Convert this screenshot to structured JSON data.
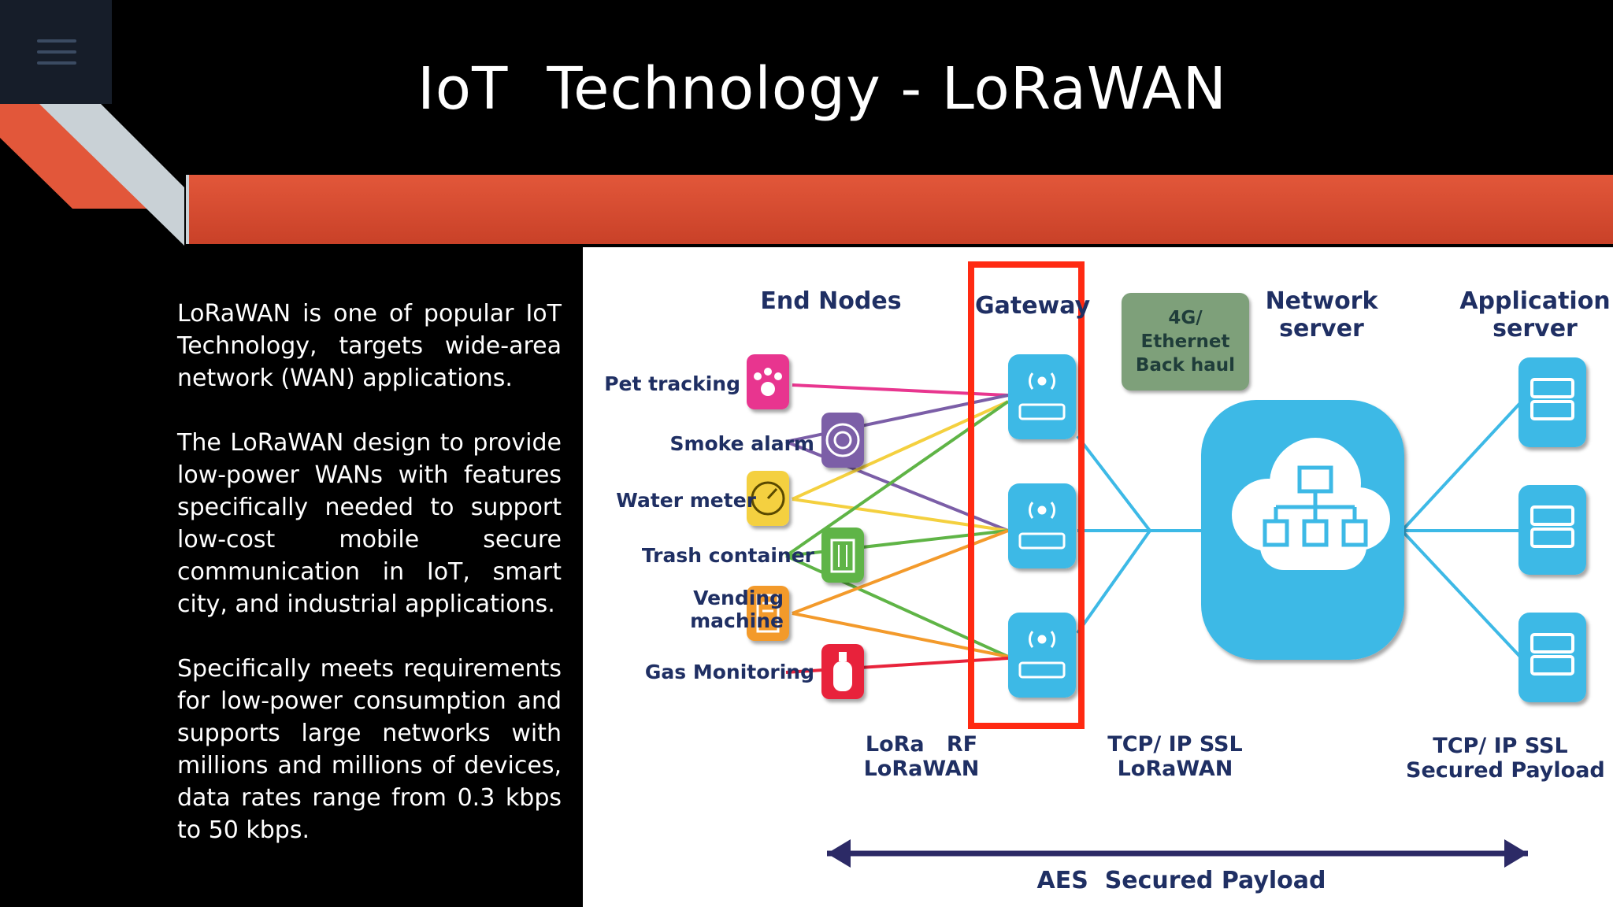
{
  "slide": {
    "title": "IoT  Technology - LoRaWAN",
    "menu_icon": "hamburger-menu-icon",
    "accent_color": "#e2573a"
  },
  "body_text": {
    "p1": "LoRaWAN is one of popular IoT Technology, targets wide-area network (WAN) applications.",
    "p2": "The LoRaWAN design to provide low-power WANs with features specifically needed to support low-cost mobile secure communication in IoT, smart city, and industrial applications.",
    "p3": "Specifically meets requirements for low-power consumption and supports large networks with millions and millions of devices, data rates range from 0.3 kbps to 50 kbps."
  },
  "diagram": {
    "headers": {
      "end_nodes": "End Nodes",
      "gateway": "Gateway",
      "backhaul": "4G/\nEthernet\nBack haul",
      "network_server": "Network\nserver",
      "application_server": "Application\nserver"
    },
    "end_nodes": [
      {
        "label": "Pet tracking",
        "icon": "paw-icon",
        "color": "#e8368f"
      },
      {
        "label": "Smoke alarm",
        "icon": "smoke-alarm-icon",
        "color": "#7b5ea7"
      },
      {
        "label": "Water meter",
        "icon": "water-meter-icon",
        "color": "#f4d03f"
      },
      {
        "label": "Trash container",
        "icon": "trash-container-icon",
        "color": "#5fb446"
      },
      {
        "label": "Vending\nmachine",
        "icon": "vending-machine-icon",
        "color": "#f39a2b"
      },
      {
        "label": "Gas Monitoring",
        "icon": "gas-cylinder-icon",
        "color": "#e8233b"
      }
    ],
    "gateway_icon": "gateway-router-icon",
    "network_server_icon": "cloud-network-icon",
    "application_server_icon": "server-icon",
    "protocols": {
      "lora": "LoRa   RF\nLoRaWAN",
      "tcp_lorawan": "TCP/ IP SSL\nLoRaWAN",
      "tcp_payload": "TCP/ IP SSL\nSecured Payload"
    },
    "aes_label": "AES  Secured Payload",
    "colors": {
      "label_text": "#1f2f63",
      "device_blue": "#3db9e6",
      "gateway_box": "#ff2a12",
      "backhaul_bg": "#7ea07a",
      "arrow": "#2c2a66"
    }
  }
}
